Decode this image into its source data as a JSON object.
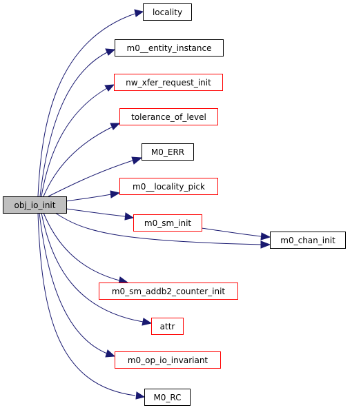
{
  "colors": {
    "root_fill": "#bfbfbf",
    "plain_border": "#000000",
    "linked_border": "#ff0000",
    "edge": "#191970"
  },
  "nodes": {
    "root": {
      "label": "obj_io_init",
      "style": "root"
    },
    "locality": {
      "label": "locality",
      "style": "plain"
    },
    "entity_instance": {
      "label": "m0__entity_instance",
      "style": "plain"
    },
    "nw_xfer_request_init": {
      "label": "nw_xfer_request_init",
      "style": "linked"
    },
    "tolerance_of_level": {
      "label": "tolerance_of_level",
      "style": "linked"
    },
    "m0_err": {
      "label": "M0_ERR",
      "style": "plain"
    },
    "locality_pick": {
      "label": "m0__locality_pick",
      "style": "linked"
    },
    "sm_init": {
      "label": "m0_sm_init",
      "style": "linked"
    },
    "chan_init": {
      "label": "m0_chan_init",
      "style": "plain"
    },
    "addb2_counter_init": {
      "label": "m0_sm_addb2_counter_init",
      "style": "linked"
    },
    "attr": {
      "label": "attr",
      "style": "linked"
    },
    "op_io_invariant": {
      "label": "m0_op_io_invariant",
      "style": "linked"
    },
    "m0_rc": {
      "label": "M0_RC",
      "style": "plain"
    }
  },
  "edges": [
    {
      "from": "root",
      "to": "locality"
    },
    {
      "from": "root",
      "to": "entity_instance"
    },
    {
      "from": "root",
      "to": "nw_xfer_request_init"
    },
    {
      "from": "root",
      "to": "tolerance_of_level"
    },
    {
      "from": "root",
      "to": "m0_err"
    },
    {
      "from": "root",
      "to": "locality_pick"
    },
    {
      "from": "root",
      "to": "sm_init"
    },
    {
      "from": "root",
      "to": "chan_init"
    },
    {
      "from": "root",
      "to": "addb2_counter_init"
    },
    {
      "from": "root",
      "to": "attr"
    },
    {
      "from": "root",
      "to": "op_io_invariant"
    },
    {
      "from": "root",
      "to": "m0_rc"
    },
    {
      "from": "sm_init",
      "to": "chan_init"
    }
  ]
}
